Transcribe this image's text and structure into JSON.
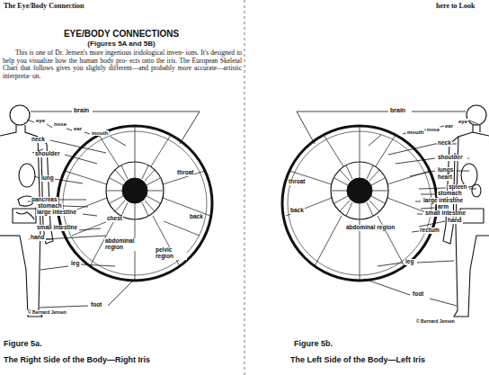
{
  "diagram": {
    "title": "EYE/BODY CONNECTIONS",
    "labels": [
      "The Eye/Body Connection",
      "(Figures 5A and 5B)",
      "This is one of Dr. Jensen's more ingenious iridological inven- ions. It's designed to help you visualize how the human body pro- ects onto the iris. The European Skeletal Chart that follows gives you slightly different—and probably more accurate—artistic interpreta- on.",
      "brain",
      "eye",
      "nose",
      "ear",
      "mouth",
      "neck",
      "shoulder",
      "lung",
      "pancreas",
      "stomach",
      "large intestine",
      "small intestine",
      "hand",
      "chest",
      "throat",
      "back",
      "abdominal region",
      "pelvic region",
      "leg",
      "foot",
      "© Bernard Jensen",
      "Figure 5a.",
      "The Right Side of the Body—Right Iris",
      "here to Look",
      "brain",
      "eye",
      "ear",
      "nose",
      "mouth",
      "neck",
      "shoulder",
      "lungs",
      "heart",
      "spleen",
      "stomach",
      "large intestine",
      "arm",
      "small intestine",
      "hand",
      "rectum",
      "throat",
      "back",
      "abdominal region",
      "leg",
      "foot",
      "© Bernard Jensen",
      "Figure 5b.",
      "The Left Side of the Body—Left Iris"
    ]
  }
}
